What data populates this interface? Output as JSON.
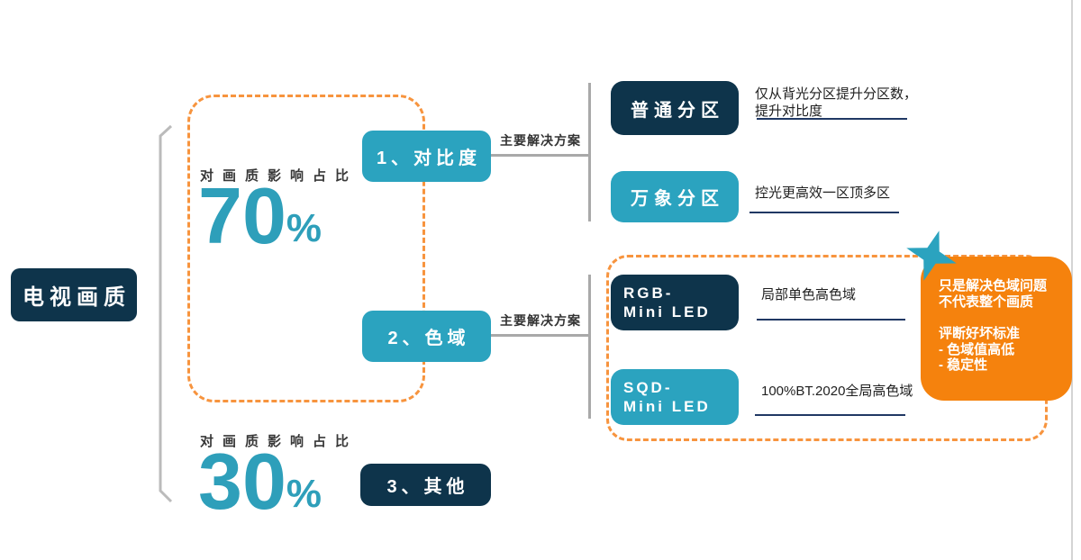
{
  "root": {
    "label": "电视画质"
  },
  "group1": {
    "impact_label": "对画质影响占比",
    "impact_value": "70",
    "impact_unit": "%",
    "branch1": {
      "label": "1、对比度",
      "connector_label": "主要解决方案",
      "sol1": {
        "name": "普通分区",
        "desc_line1": "仅从背光分区提升分区数，",
        "desc_line2": "提升对比度"
      },
      "sol2": {
        "name": "万象分区",
        "desc_line1": "控光更高效一区顶多区"
      }
    },
    "branch2": {
      "label": "2、色域",
      "connector_label": "主要解决方案",
      "sol1": {
        "name_line1": "RGB-",
        "name_line2": "Mini LED",
        "desc_line1": "局部单色高色域"
      },
      "sol2": {
        "name_line1": "SQD-",
        "name_line2": "Mini LED",
        "desc_line1": "100%BT.2020全局高色域"
      }
    }
  },
  "group2": {
    "impact_label": "对画质影响占比",
    "impact_value": "30",
    "impact_unit": "%",
    "branch3": {
      "label": "3、其他"
    }
  },
  "note": {
    "line1": "只是解决色域问题",
    "line2": "不代表整个画质",
    "line3": "评断好坏标准",
    "line4": "- 色域值高低",
    "line5": "- 稳定性"
  },
  "colors": {
    "navy": "#0E344B",
    "teal": "#2BA3BF",
    "orange": "#F5820D",
    "dash_orange": "#F7943E",
    "underline_navy": "#203864",
    "connector_gray": "#A9A9A9",
    "bracket_gray": "#BBBBBB",
    "number_teal": "#2E9FBA"
  }
}
